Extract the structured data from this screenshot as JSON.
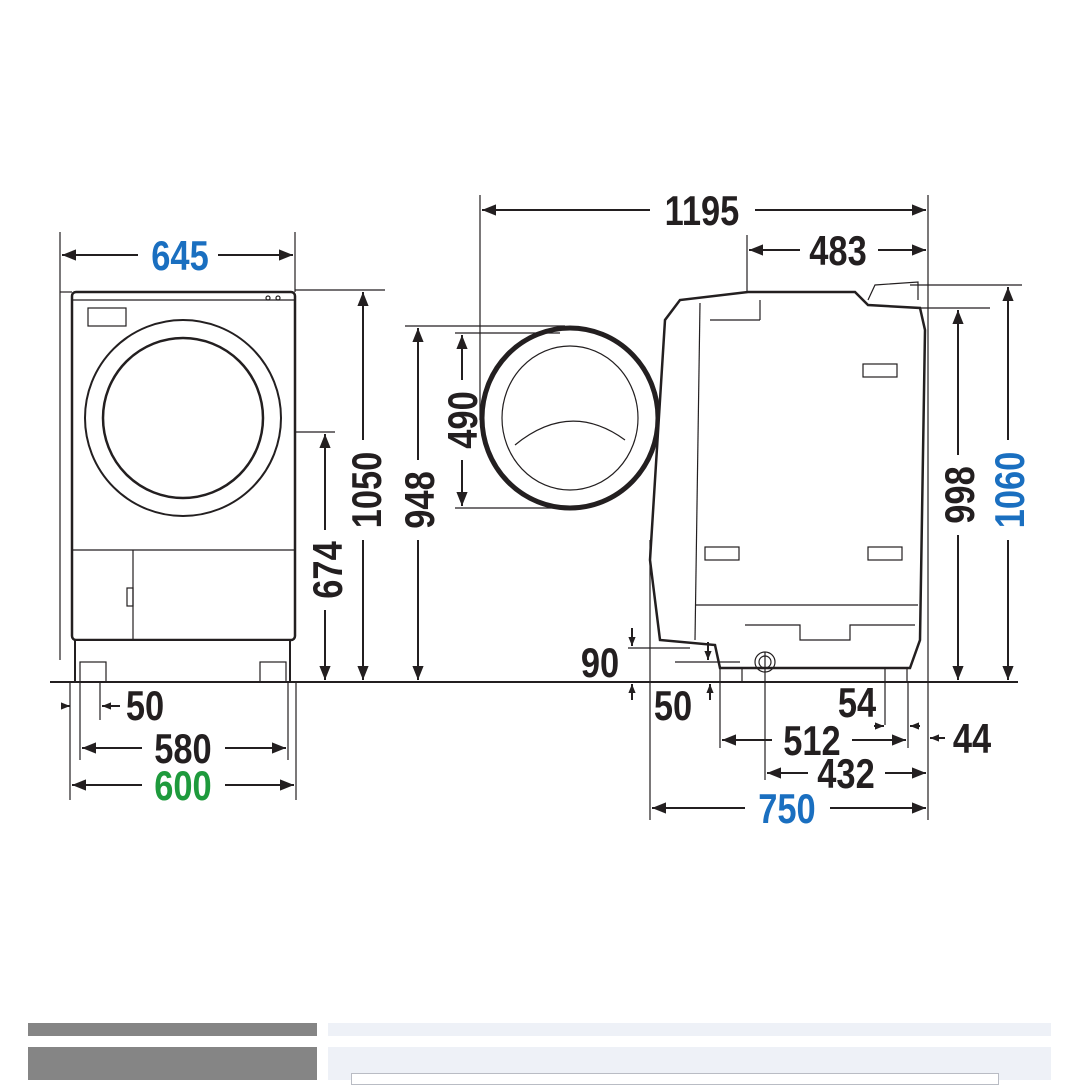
{
  "colors": {
    "line": "#231f20",
    "blue": "#1a6fc0",
    "green": "#1e9a3c",
    "bar_gray": "#858585",
    "bar_light": "#eef1f7"
  },
  "front_view": {
    "width": "645",
    "height_total": "1050",
    "height_door_center": "674",
    "foot_offset": "50",
    "foot_span": "580",
    "base_width": "600"
  },
  "door": {
    "diameter": "490",
    "height": "948"
  },
  "side_view": {
    "door_open_depth": "1195",
    "top_depth": "483",
    "height_body": "998",
    "height_total": "1060",
    "drain_height": "90",
    "foot_height": "50",
    "rear_offset_54": "54",
    "foot_span": "512",
    "rear_offset_44": "44",
    "hose_to_back": "432",
    "depth": "750"
  }
}
